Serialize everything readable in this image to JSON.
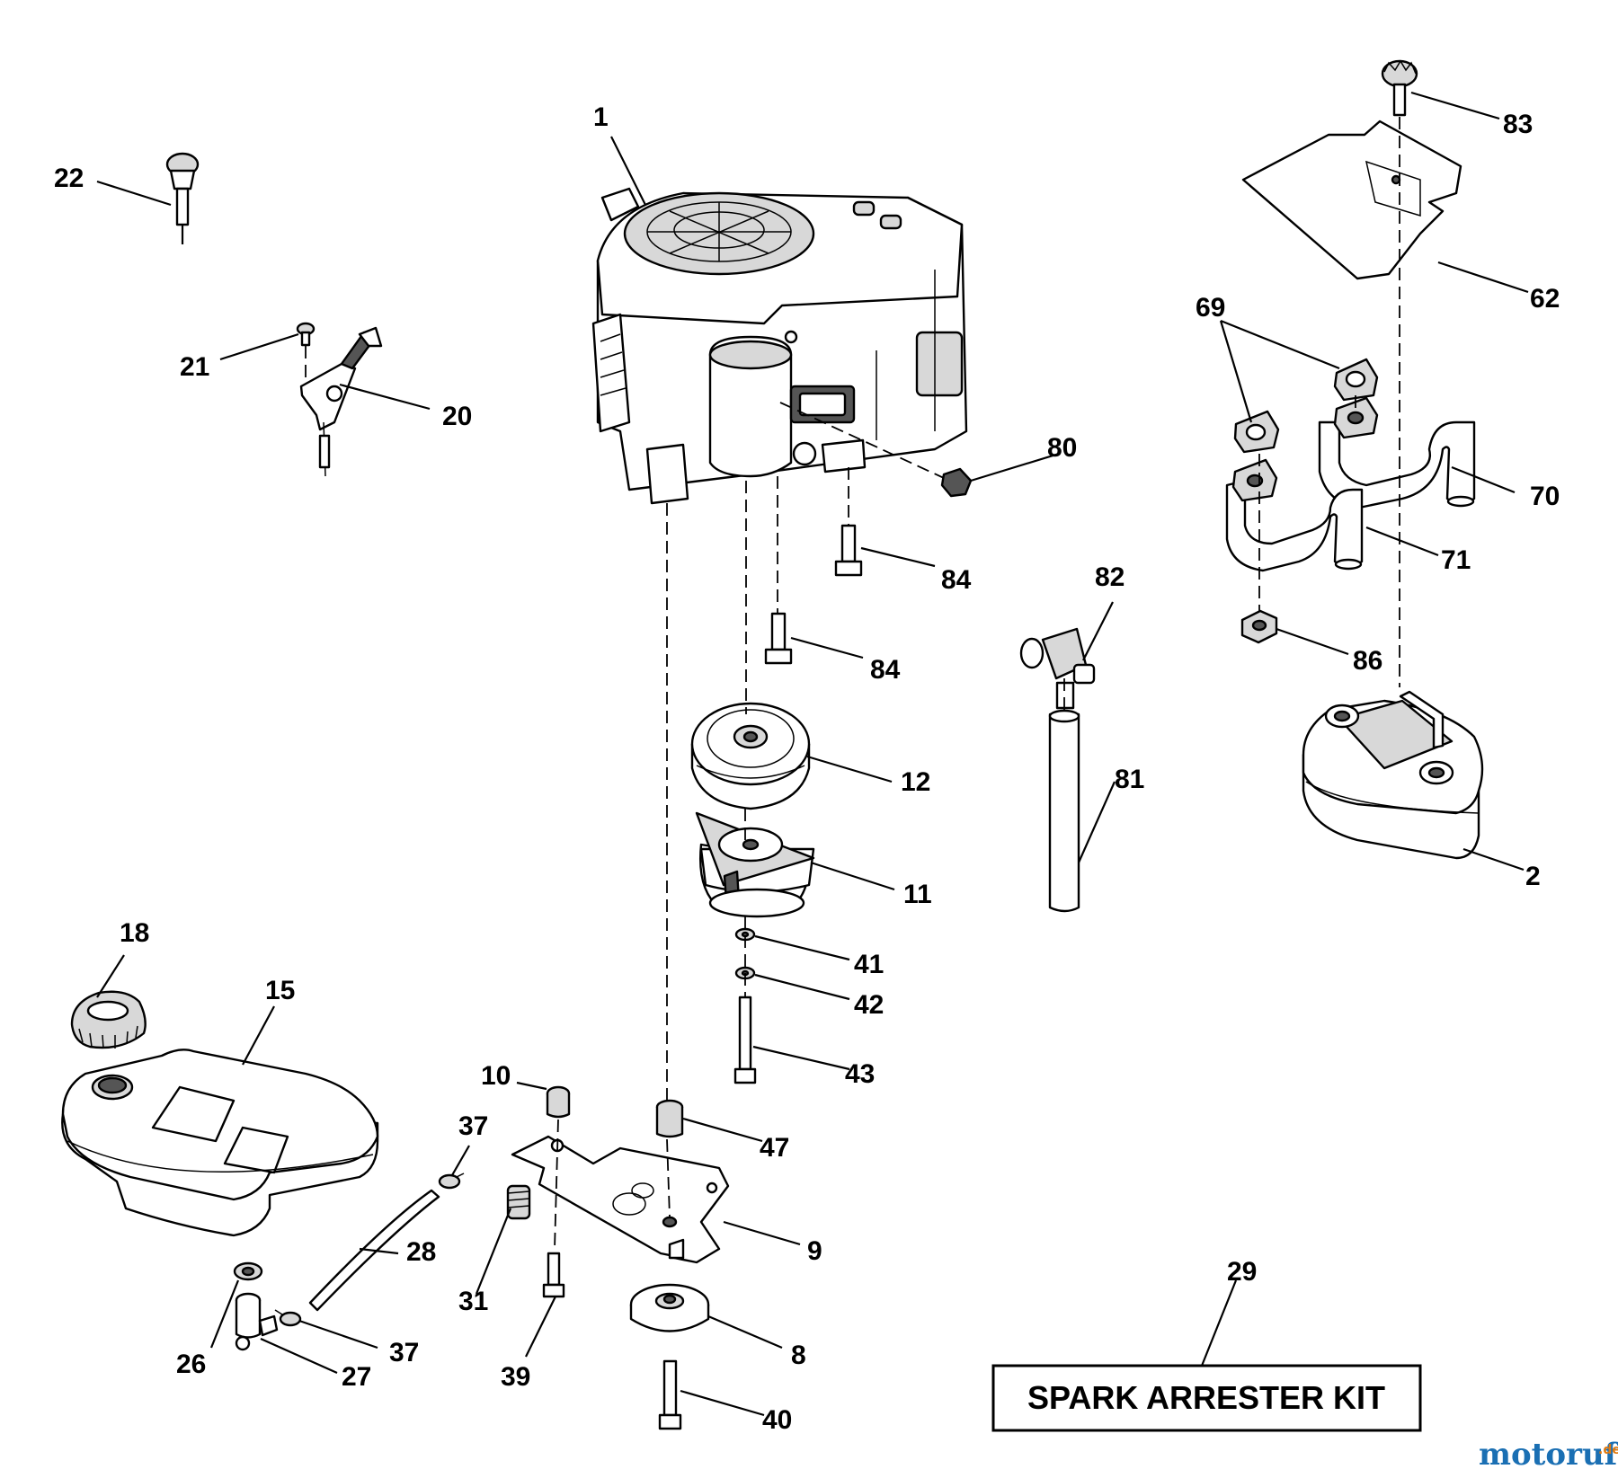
{
  "callouts": [
    {
      "id": "1",
      "label": "1"
    },
    {
      "id": "2",
      "label": "2"
    },
    {
      "id": "8",
      "label": "8"
    },
    {
      "id": "9",
      "label": "9"
    },
    {
      "id": "10",
      "label": "10"
    },
    {
      "id": "11",
      "label": "11"
    },
    {
      "id": "12",
      "label": "12"
    },
    {
      "id": "15",
      "label": "15"
    },
    {
      "id": "18",
      "label": "18"
    },
    {
      "id": "20",
      "label": "20"
    },
    {
      "id": "21",
      "label": "21"
    },
    {
      "id": "22",
      "label": "22"
    },
    {
      "id": "26",
      "label": "26"
    },
    {
      "id": "27",
      "label": "27"
    },
    {
      "id": "28",
      "label": "28"
    },
    {
      "id": "29",
      "label": "29"
    },
    {
      "id": "31",
      "label": "31"
    },
    {
      "id": "37a",
      "label": "37"
    },
    {
      "id": "37b",
      "label": "37"
    },
    {
      "id": "39",
      "label": "39"
    },
    {
      "id": "40",
      "label": "40"
    },
    {
      "id": "41",
      "label": "41"
    },
    {
      "id": "42",
      "label": "42"
    },
    {
      "id": "43",
      "label": "43"
    },
    {
      "id": "47",
      "label": "47"
    },
    {
      "id": "62",
      "label": "62"
    },
    {
      "id": "69",
      "label": "69"
    },
    {
      "id": "70",
      "label": "70"
    },
    {
      "id": "71",
      "label": "71"
    },
    {
      "id": "80",
      "label": "80"
    },
    {
      "id": "81",
      "label": "81"
    },
    {
      "id": "82",
      "label": "82"
    },
    {
      "id": "83",
      "label": "83"
    },
    {
      "id": "84a",
      "label": "84"
    },
    {
      "id": "84b",
      "label": "84"
    },
    {
      "id": "86",
      "label": "86"
    }
  ],
  "kit_box": {
    "label": "SPARK ARRESTER KIT"
  },
  "watermark": {
    "text_main": "motoruf",
    "text_suffix": ".de",
    "colors": [
      "#1a6fb3",
      "#e07a10"
    ]
  }
}
